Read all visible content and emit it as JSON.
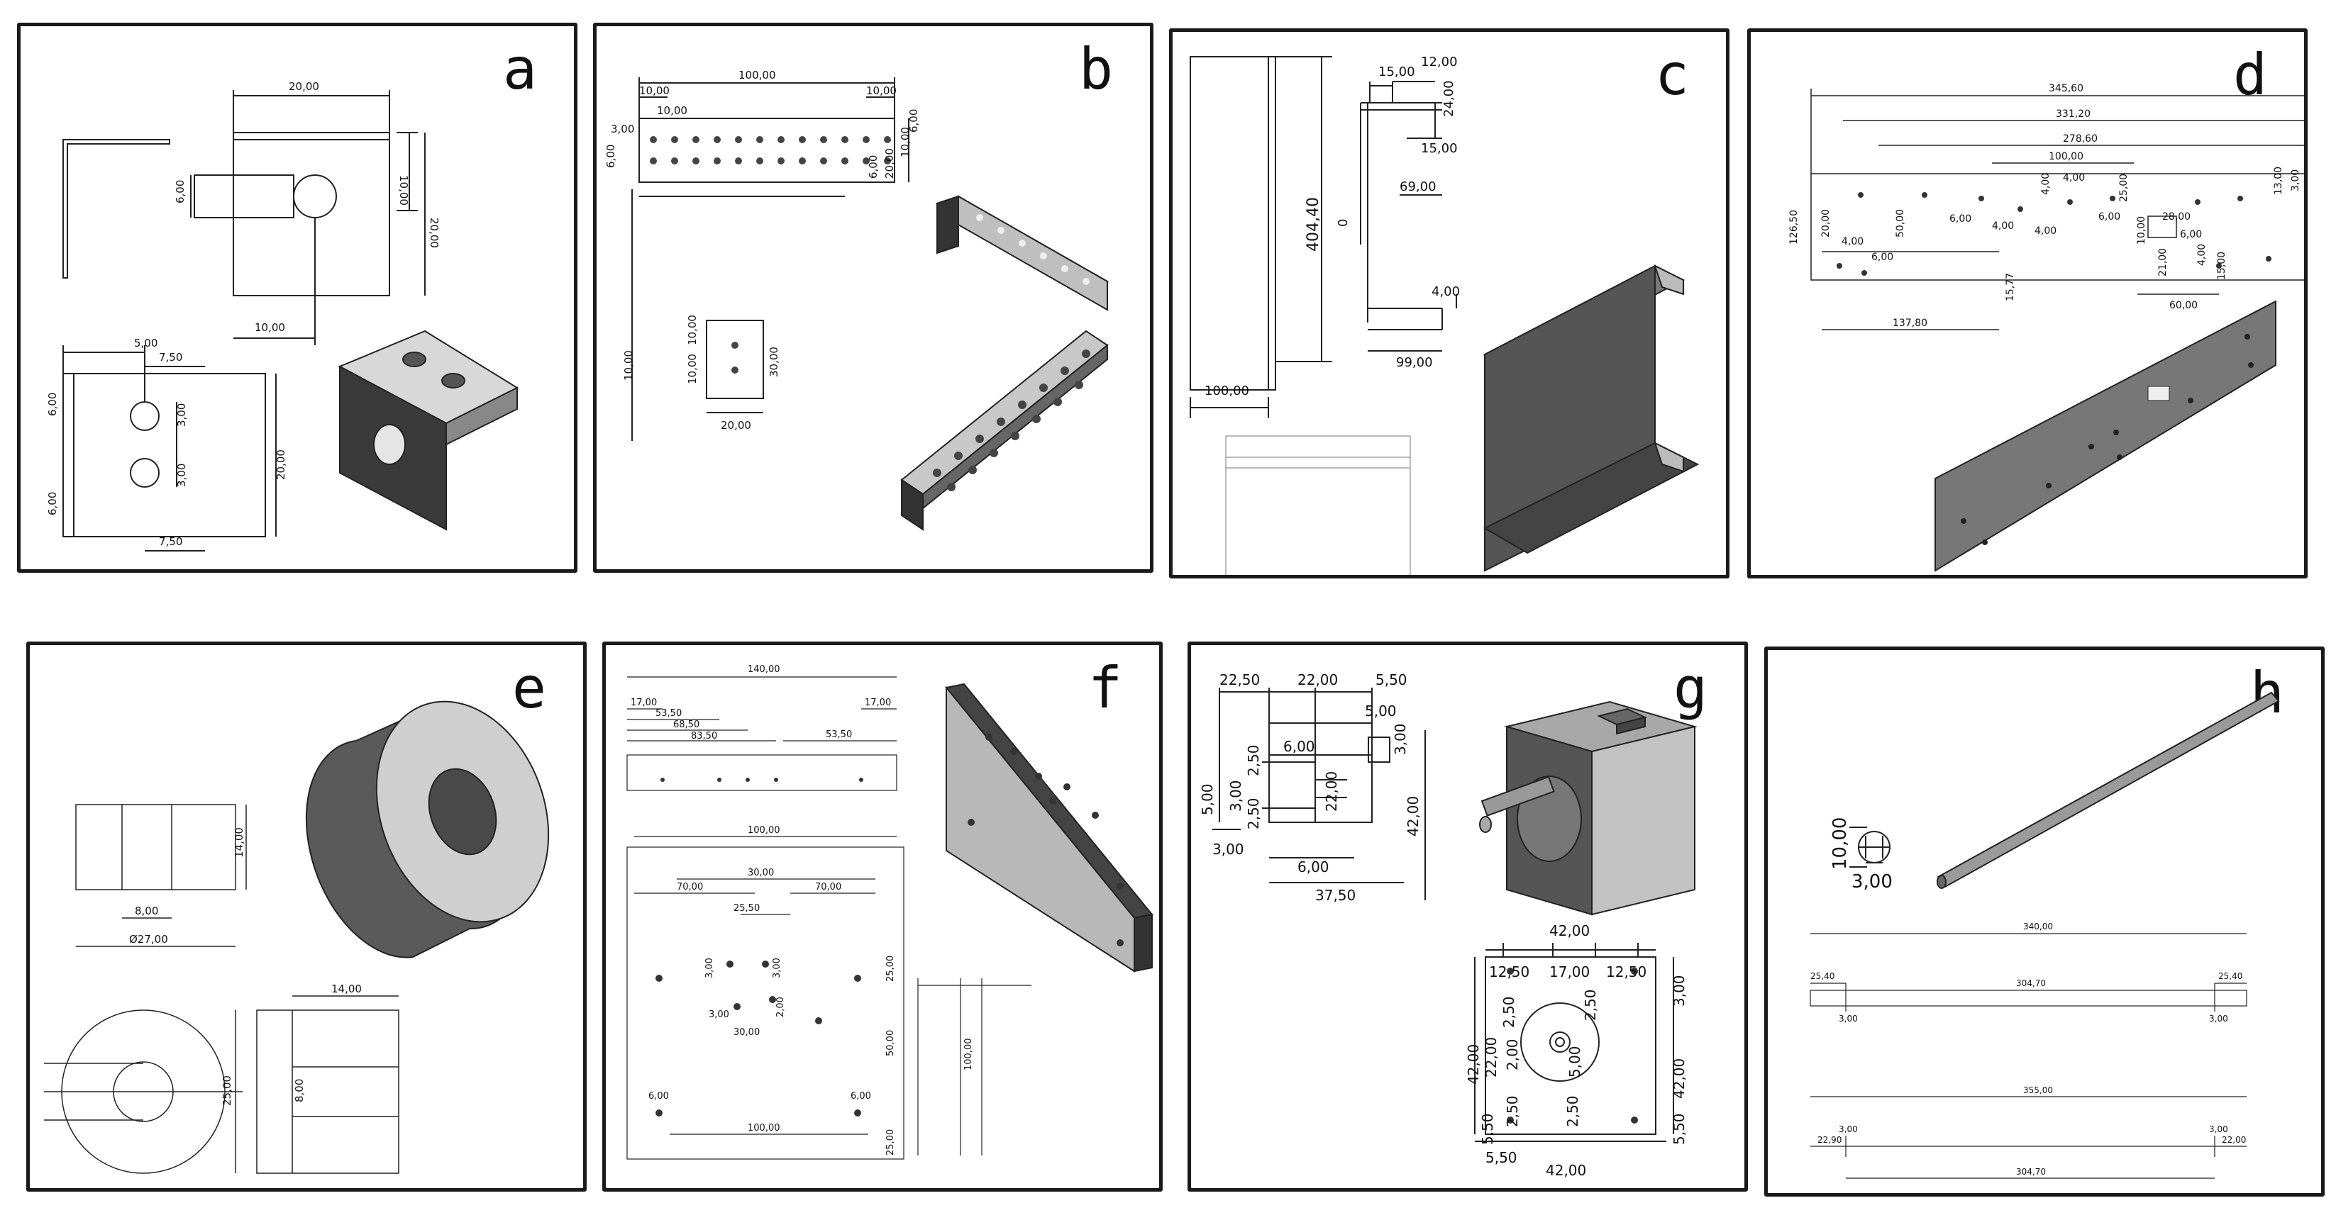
{
  "panels": [
    {
      "letter": "a",
      "dims": [
        "20,00",
        "10,00",
        "20,00",
        "10,00",
        "6,00",
        "5,00",
        "7,50",
        "6,00",
        "3,00",
        "20,00",
        "6,00",
        "3,00",
        "7,50"
      ]
    },
    {
      "letter": "b",
      "dims": [
        "100,00",
        "10,00",
        "10,00",
        "10,00",
        "3,00",
        "6,00",
        "6,00",
        "10,00",
        "6,00",
        "20,00",
        "10,00",
        "10,00",
        "10,00",
        "30,00",
        "20,00"
      ]
    },
    {
      "letter": "c",
      "dims": [
        "15,00",
        "12,00",
        "24,00",
        "15,00",
        "69,00",
        "404,40",
        "0",
        "4,00",
        "99,00",
        "100,00"
      ]
    },
    {
      "letter": "d",
      "dims": [
        "345,60",
        "331,20",
        "278,60",
        "100,00",
        "4,00",
        "13,00",
        "3,00",
        "126,50",
        "20,00",
        "4,00",
        "6,00",
        "50,00",
        "6,00",
        "4,00",
        "4,00",
        "25,00",
        "6,00",
        "4,00",
        "10,00",
        "28,00",
        "6,00",
        "21,00",
        "4,00",
        "60,00",
        "15,00",
        "137,80",
        "15,77"
      ]
    },
    {
      "letter": "e",
      "dims": [
        "14,00",
        "8,00",
        "Ø27,00",
        "14,00",
        "8,00",
        "25,00"
      ]
    },
    {
      "letter": "f",
      "dims": [
        "140,00",
        "17,00",
        "53,50",
        "68,50",
        "83,50",
        "17,00",
        "53,50",
        "100,00",
        "30,00",
        "70,00",
        "70,00",
        "25,50",
        "3,00",
        "3,00",
        "3,00",
        "2,00",
        "30,00",
        "25,00",
        "50,00",
        "6,00",
        "6,00",
        "100,00",
        "25,00",
        "100,00"
      ]
    },
    {
      "letter": "g",
      "dims": [
        "22,50",
        "22,00",
        "5,50",
        "5,00",
        "6,00",
        "3,00",
        "2,50",
        "5,00",
        "3,00",
        "22,00",
        "42,00",
        "2,50",
        "3,00",
        "6,00",
        "37,50",
        "42,00",
        "12,50",
        "17,00",
        "12,50",
        "2,50",
        "2,50",
        "3,00",
        "42,00",
        "22,00",
        "2,00",
        "5,00",
        "42,00",
        "2,50",
        "2,50",
        "5,50",
        "5,50",
        "5,50",
        "42,00"
      ]
    },
    {
      "letter": "h",
      "dims": [
        "10,00",
        "3,00",
        "340,00",
        "25,40",
        "304,70",
        "25,40",
        "3,00",
        "3,00",
        "355,00",
        "3,00",
        "3,00",
        "22,90",
        "22,00",
        "304,70"
      ]
    }
  ]
}
